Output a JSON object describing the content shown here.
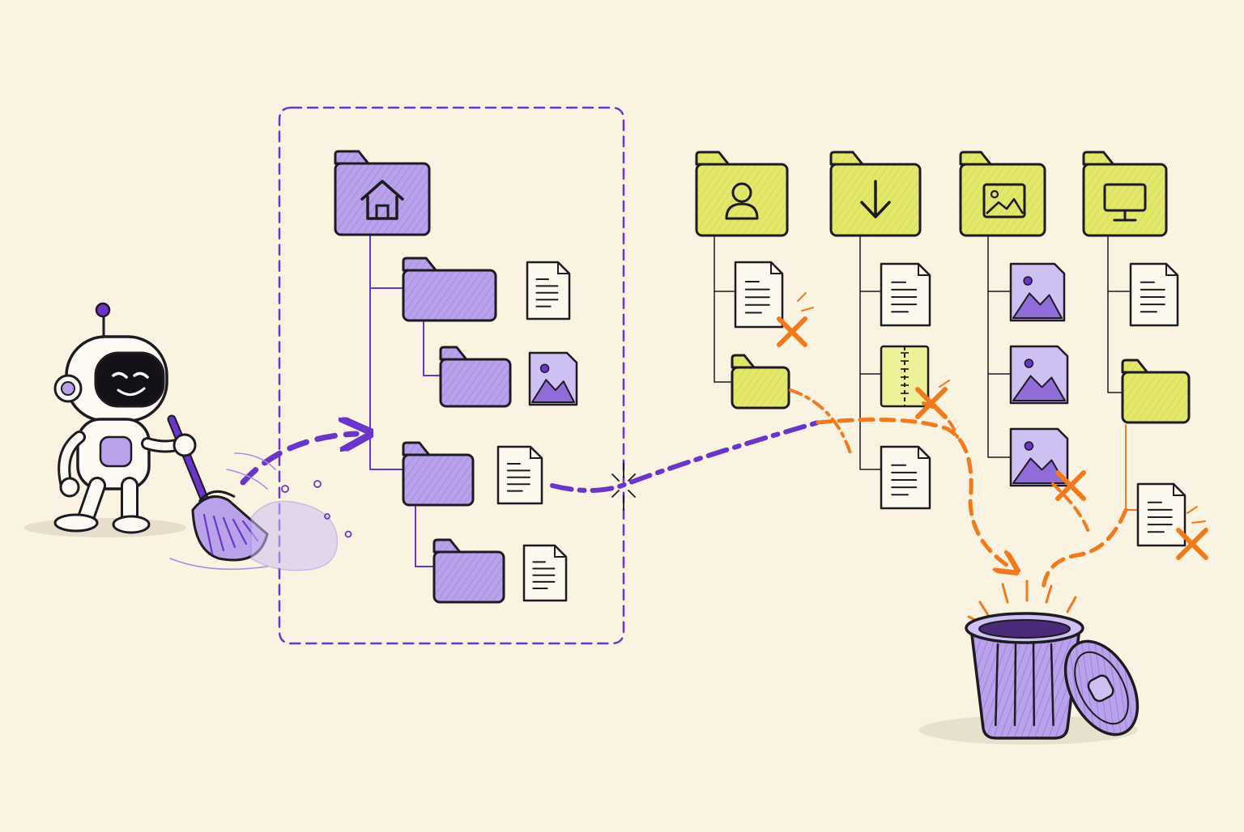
{
  "colors": {
    "background": "#fbf3e2",
    "purple": "#6a35c9",
    "purple_fill": "#b9a2ea",
    "purple_light": "#cfc0f3",
    "yellow_fill": "#e3e86a",
    "yellow_light": "#eef19a",
    "orange": "#f07a1c",
    "ink": "#1d1a22",
    "paper": "#fdf8ee"
  },
  "icons": {
    "robot": "robot-mascot-icon",
    "broom": "broom-icon",
    "home_folder": "home-folder-icon",
    "user_folder": "user-folder-icon",
    "downloads_folder": "download-folder-icon",
    "pictures_folder": "image-folder-icon",
    "desktop_folder": "monitor-folder-icon",
    "trash": "trash-can-icon",
    "delete_mark": "delete-x-icon",
    "document": "document-icon",
    "image_file": "image-file-icon",
    "archive_file": "zip-file-icon"
  },
  "diagram": {
    "protected_tree": {
      "root": "home",
      "children": [
        {
          "type": "folder",
          "children": [
            {
              "type": "folder"
            }
          ],
          "files": [
            "document",
            "image"
          ]
        },
        {
          "type": "folder",
          "children": [
            {
              "type": "folder"
            }
          ],
          "files": [
            "document",
            "document"
          ]
        }
      ]
    },
    "cleanup_columns": [
      {
        "folder": "user",
        "items": [
          {
            "type": "document",
            "deleted": true
          },
          {
            "type": "folder",
            "deleted": true
          }
        ]
      },
      {
        "folder": "downloads",
        "items": [
          {
            "type": "document",
            "deleted": false
          },
          {
            "type": "archive",
            "deleted": true
          },
          {
            "type": "document",
            "deleted": false
          }
        ]
      },
      {
        "folder": "pictures",
        "items": [
          {
            "type": "image",
            "deleted": false
          },
          {
            "type": "image",
            "deleted": false
          },
          {
            "type": "image",
            "deleted": true
          }
        ]
      },
      {
        "folder": "desktop",
        "items": [
          {
            "type": "document",
            "deleted": false
          },
          {
            "type": "folder",
            "deleted": false
          },
          {
            "type": "document",
            "deleted": true
          }
        ]
      }
    ]
  }
}
